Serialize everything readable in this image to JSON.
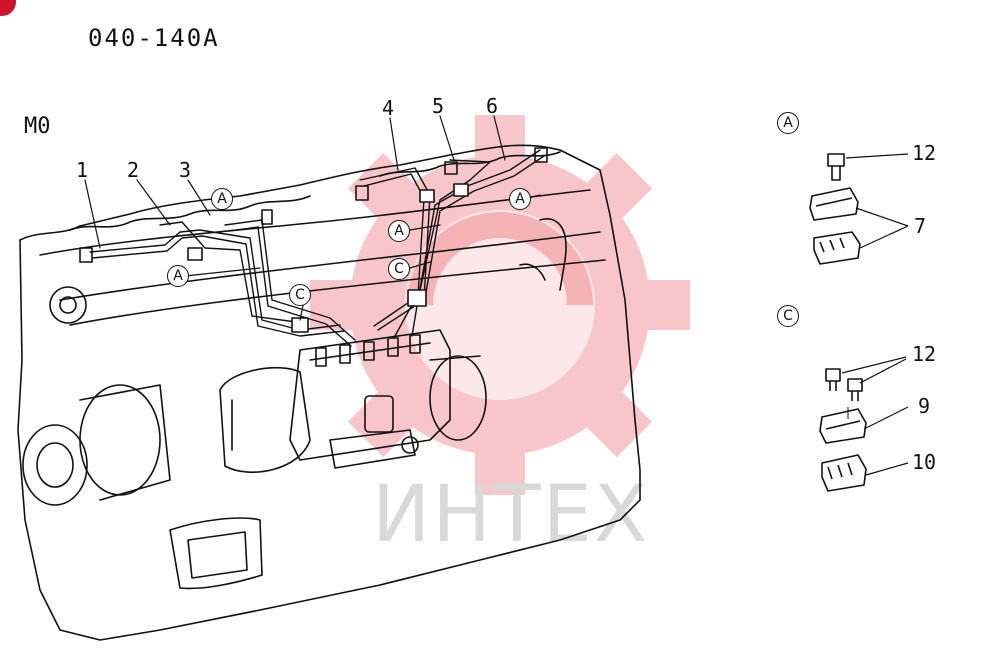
{
  "header": {
    "code": "040-140A",
    "model": "M0"
  },
  "watermark": {
    "text": "ИНТЕХ",
    "color": "#e8373f"
  },
  "callouts": {
    "c1": "1",
    "c2": "2",
    "c3": "3",
    "c4": "4",
    "c5": "5",
    "c6": "6"
  },
  "circle_labels": {
    "a": "A",
    "c": "C"
  },
  "detail_a": {
    "label": "A",
    "bolt": "12",
    "clamp": "7"
  },
  "detail_c": {
    "label": "C",
    "bolt": "12",
    "upper": "9",
    "lower": "10"
  }
}
